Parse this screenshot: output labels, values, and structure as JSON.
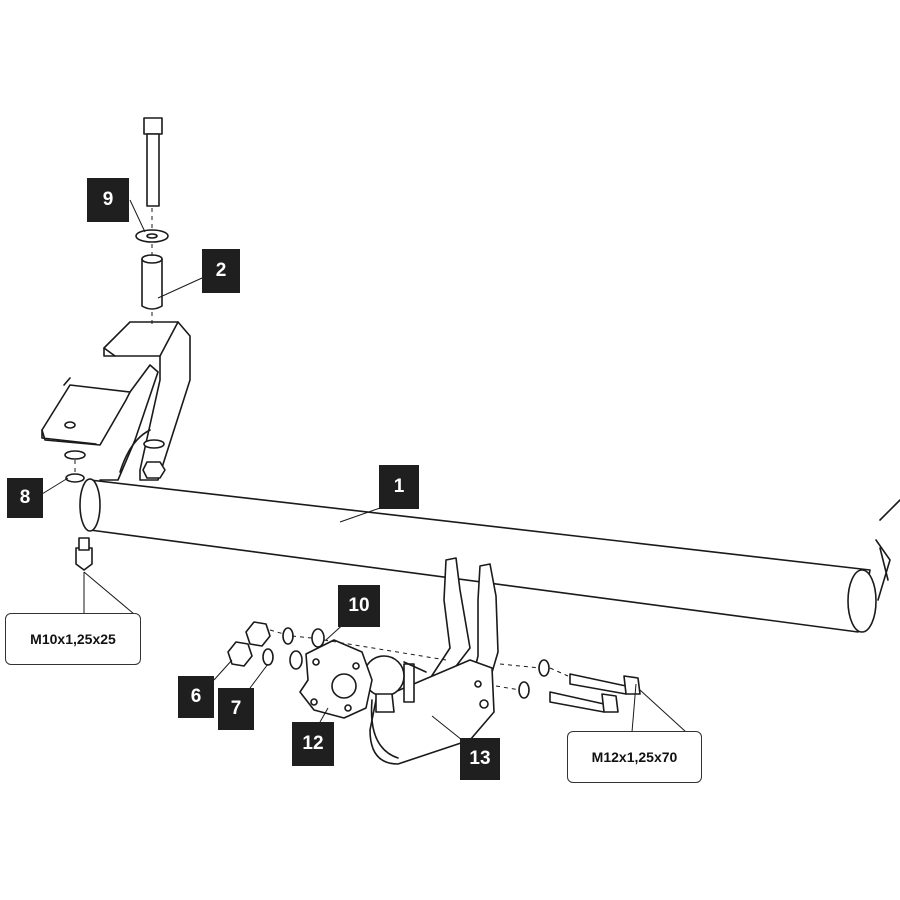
{
  "labels": {
    "p1": "1",
    "p2": "2",
    "p6": "6",
    "p7": "7",
    "p8": "8",
    "p9": "9",
    "p10": "10",
    "p12": "12",
    "p13": "13"
  },
  "specs": {
    "bolt_m10": "M10x1,25x25",
    "bolt_m12": "M12x1,25x70"
  }
}
